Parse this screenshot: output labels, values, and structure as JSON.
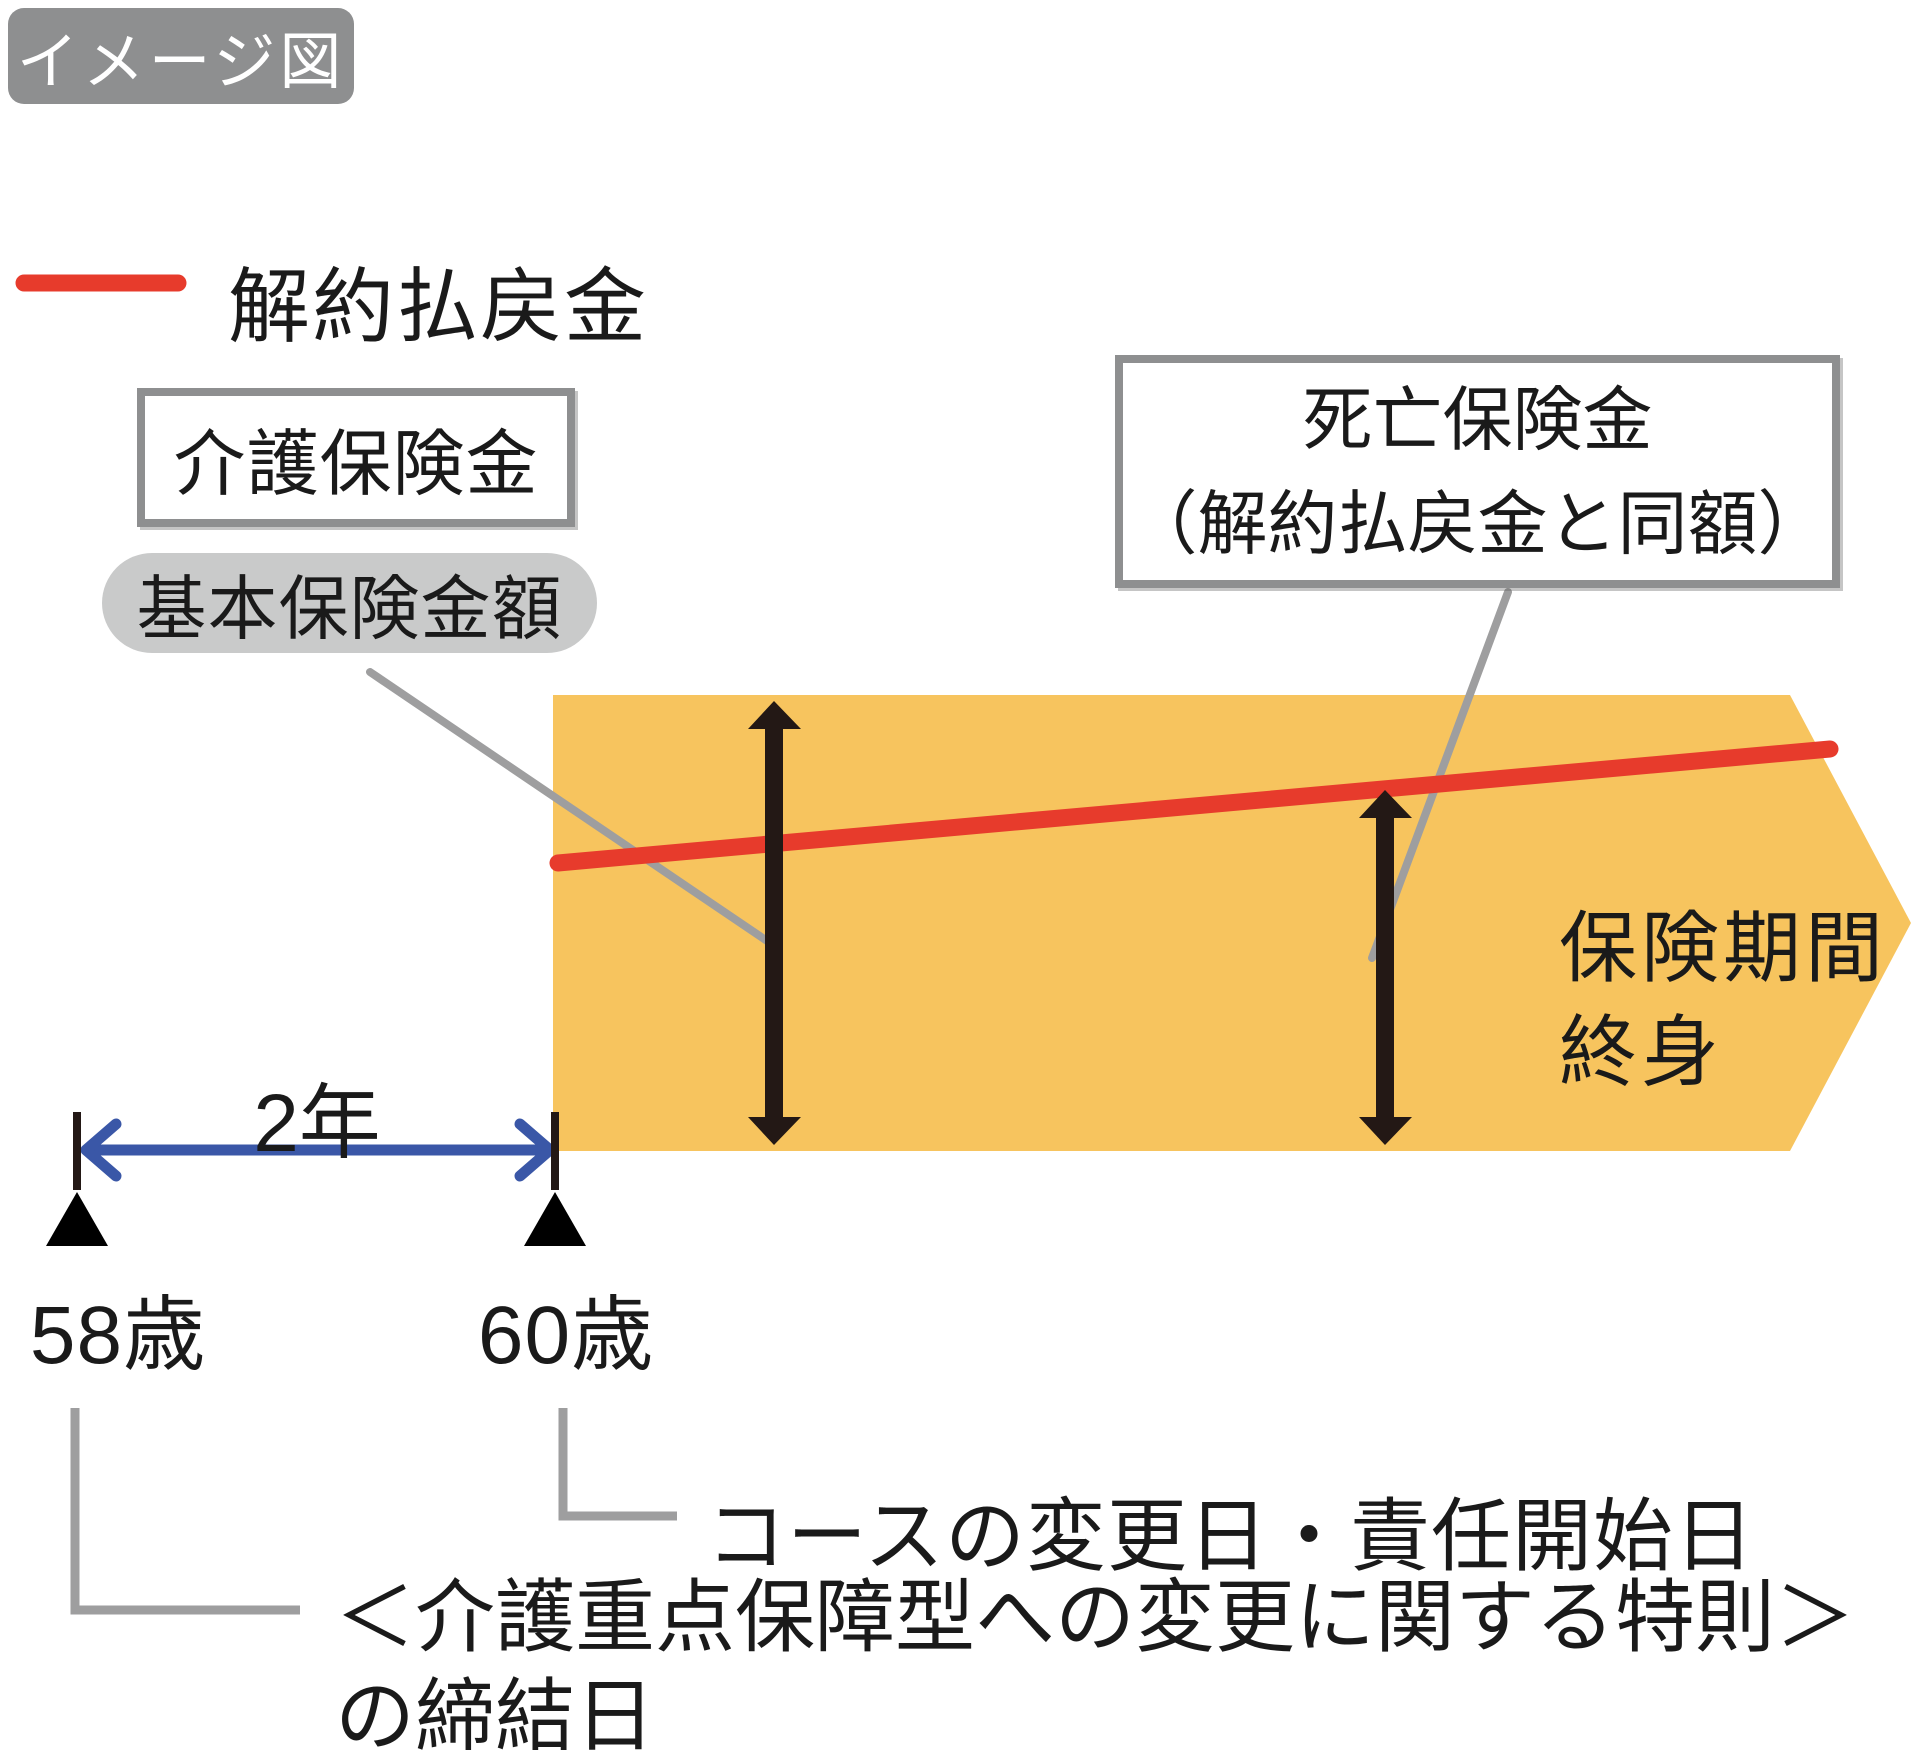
{
  "badge": {
    "label": "イメージ図"
  },
  "legend": {
    "label": "解約払戻金"
  },
  "boxes": {
    "care_benefit": "介護保険金",
    "basic_amount": "基本保険金額",
    "death_benefit_line1": "死亡保険金",
    "death_benefit_line2": "（解約払戻金と同額）"
  },
  "period_arrow": {
    "line1": "保険期間",
    "line2": "終身"
  },
  "timeline": {
    "duration": "2年",
    "age_start": "58歳",
    "age_end": "60歳",
    "change_date_note": "コースの変更日・責任開始日",
    "conclusion_note_line1": "＜介護重点保障型への変更に関する特則＞",
    "conclusion_note_line2": "の締結日"
  },
  "colors": {
    "period_fill": "#f7c45e",
    "surrender_line": "#e73b2c",
    "span_arrow": "#3a57a7",
    "badge_gray": "#8e8f90",
    "pill_gray": "#c9caca",
    "leader_gray": "#9e9e9f",
    "ink_black": "#231815"
  }
}
